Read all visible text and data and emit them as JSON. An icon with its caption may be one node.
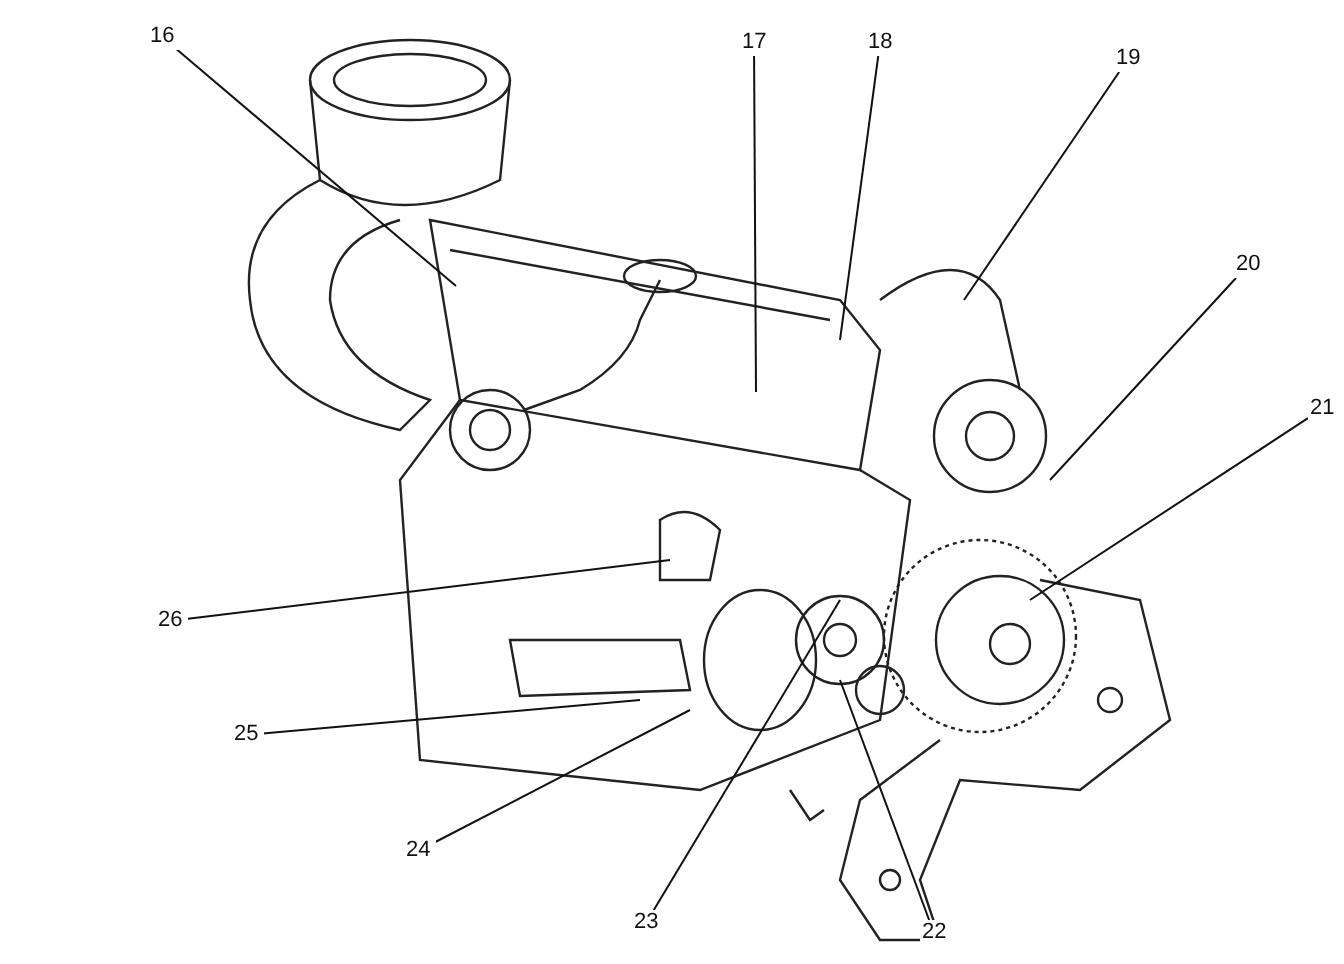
{
  "diagram": {
    "nodes": [
      {
        "text": [
          "16"
        ]
      },
      {
        "text": [
          "17"
        ]
      },
      {
        "text": [
          "18"
        ]
      },
      {
        "text": [
          "19"
        ]
      },
      {
        "text": [
          "20"
        ]
      },
      {
        "text": [
          "21"
        ]
      },
      {
        "text": [
          "22"
        ]
      },
      {
        "text": [
          "23"
        ]
      },
      {
        "text": [
          "24"
        ]
      },
      {
        "text": [
          "25"
        ]
      },
      {
        "text": [
          "26"
        ]
      }
    ],
    "edges": [
      {
        "from": 0,
        "to": null,
        "arrow": "none"
      },
      {
        "from": 1,
        "to": null,
        "arrow": "none"
      },
      {
        "from": 2,
        "to": null,
        "arrow": "none"
      },
      {
        "from": 3,
        "to": null,
        "arrow": "none"
      },
      {
        "from": 4,
        "to": null,
        "arrow": "none"
      },
      {
        "from": 5,
        "to": null,
        "arrow": "none"
      },
      {
        "from": 6,
        "to": null,
        "arrow": "none"
      },
      {
        "from": 7,
        "to": null,
        "arrow": "none"
      },
      {
        "from": 8,
        "to": null,
        "arrow": "none"
      },
      {
        "from": 9,
        "to": null,
        "arrow": "none"
      },
      {
        "from": 10,
        "to": null,
        "arrow": "none"
      }
    ]
  }
}
